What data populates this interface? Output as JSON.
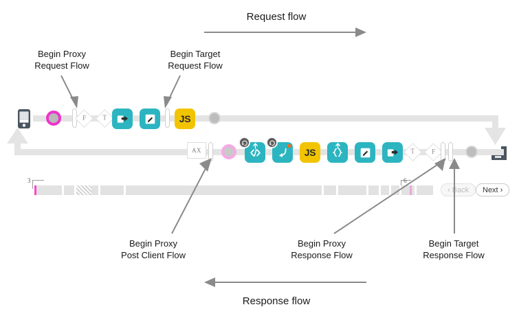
{
  "diagram": {
    "request_flow_title": "Request flow",
    "response_flow_title": "Response flow"
  },
  "callouts": {
    "begin_proxy_request": "Begin Proxy\nRequest Flow",
    "begin_target_request": "Begin Target\nRequest Flow",
    "begin_proxy_post_client": "Begin Proxy\nPost Client Flow",
    "begin_proxy_response": "Begin Proxy\nResponse Flow",
    "begin_target_response": "Begin Target\nResponse Flow"
  },
  "request_row": {
    "nodes": [
      {
        "name": "client-device",
        "type": "phone",
        "label": ""
      },
      {
        "name": "flow-start-marker",
        "type": "ring",
        "label": ""
      },
      {
        "name": "step-separator",
        "type": "bar",
        "label": ""
      },
      {
        "name": "condition-false",
        "type": "diamond",
        "label": "F"
      },
      {
        "name": "condition-true",
        "type": "diamond",
        "label": "T"
      },
      {
        "name": "assign-message-policy",
        "type": "tile-teal",
        "label": "share-arrow-icon"
      },
      {
        "name": "edit-policy",
        "type": "tile-teal",
        "label": "pencil-icon"
      },
      {
        "name": "target-separator",
        "type": "bar",
        "label": ""
      },
      {
        "name": "javascript-policy",
        "type": "tile-js",
        "label": "JS"
      },
      {
        "name": "flow-end-node",
        "type": "dot",
        "label": ""
      },
      {
        "name": "target-server",
        "type": "factory",
        "label": ""
      }
    ]
  },
  "response_row": {
    "nodes": [
      {
        "name": "ax-policy",
        "type": "axbox",
        "label": "AX"
      },
      {
        "name": "post-client-separator",
        "type": "bar",
        "label": ""
      },
      {
        "name": "post-client-marker",
        "type": "ring-soft",
        "label": ""
      },
      {
        "name": "extract-variables-policy",
        "type": "tile-teal-badge",
        "label": "code-icon"
      },
      {
        "name": "raise-fault-policy",
        "type": "tile-teal-badge",
        "label": "return-arrow-icon"
      },
      {
        "name": "javascript-policy",
        "type": "tile-js",
        "label": "JS"
      },
      {
        "name": "json-policy",
        "type": "tile-teal",
        "label": "braces-icon"
      },
      {
        "name": "edit-policy",
        "type": "tile-teal",
        "label": "pencil-icon"
      },
      {
        "name": "assign-message-policy",
        "type": "tile-teal",
        "label": "share-arrow-icon"
      },
      {
        "name": "condition-true",
        "type": "diamond",
        "label": "T"
      },
      {
        "name": "condition-false",
        "type": "diamond",
        "label": "F"
      },
      {
        "name": "proxy-response-separator",
        "type": "bar",
        "label": ""
      },
      {
        "name": "target-response-separator",
        "type": "bar",
        "label": ""
      },
      {
        "name": "response-end-node",
        "type": "dot",
        "label": ""
      }
    ]
  },
  "timeline": {
    "left_tick_label": "3",
    "right_tick_label": "6"
  },
  "pager": {
    "back_label": "Back",
    "back_chevron": "‹",
    "next_label": "Next",
    "next_chevron": "›"
  },
  "colors": {
    "teal": "#2cb5c0",
    "yellow": "#f2c400",
    "magenta": "#ee33cc",
    "magenta_soft": "#f7a8e6",
    "rail": "#e4e4e4",
    "dark_slate": "#4a5560",
    "text": "#1a1a1a",
    "arrow_gray": "#8a8a8a"
  }
}
